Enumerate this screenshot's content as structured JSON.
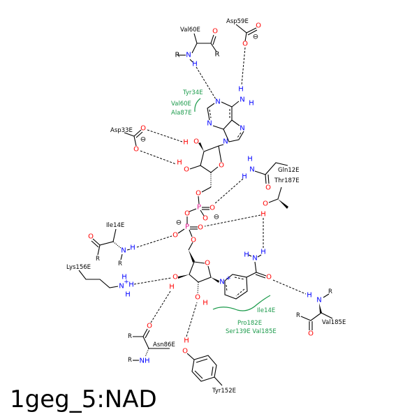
{
  "title": "1geg_5:NAD",
  "atoms": {
    "n": "N",
    "o": "O",
    "h": "H",
    "p": "P",
    "r": "R",
    "nh": "NH",
    "minus": "⊖",
    "plus": "+"
  },
  "residues": {
    "val60": "Val60E",
    "asp59": "Asp59E",
    "asp33": "Asp33E",
    "gln12": "Gln12E",
    "thr187": "Thr187E",
    "ile14": "Ile14E",
    "lys156": "Lys156E",
    "asn86": "Asn86E",
    "tyr152": "Tyr152E",
    "val185": "Val185E"
  },
  "hydrophobic": {
    "group1": [
      "Tyr34E",
      "Val60E",
      "Ala87E"
    ],
    "group2": [
      "Ile14E",
      "Pro182E",
      "Ser139E Val185E"
    ]
  },
  "colors": {
    "nitrogen": "#0000ff",
    "oxygen": "#ff0000",
    "phosphorus": "#e0168c",
    "hydrophobic": "#1a9a4a"
  }
}
